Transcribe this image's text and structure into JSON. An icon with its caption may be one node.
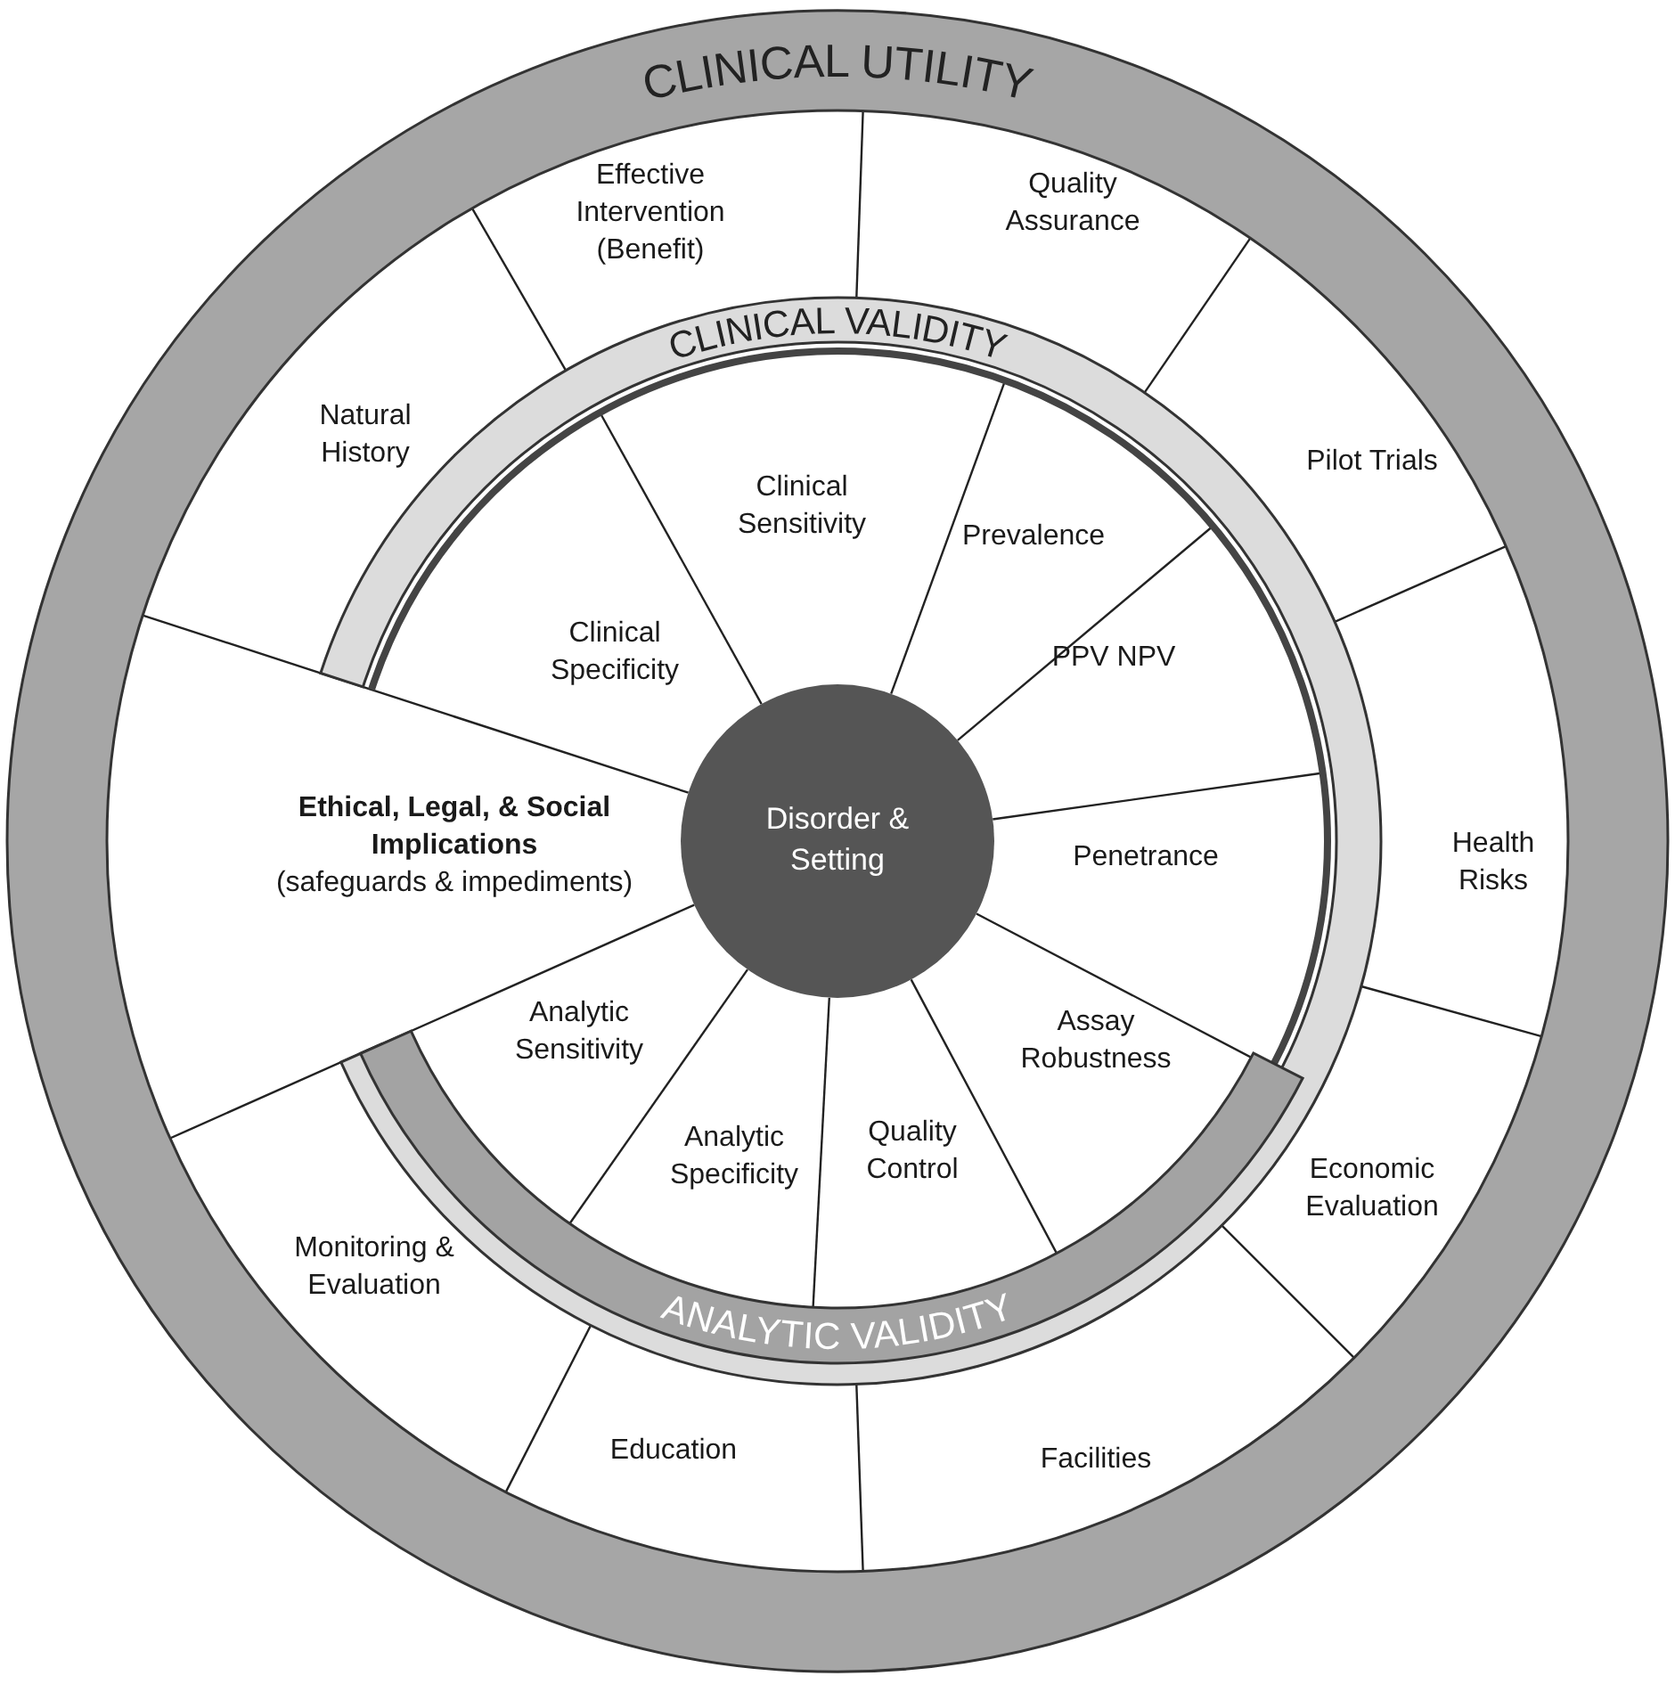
{
  "diagram": {
    "nodes": [
      {
        "text": [
          "CLINICAL UTILITY"
        ]
      },
      {
        "text": [
          "Effective Intervention (Benefit)"
        ],
        "in": 0
      },
      {
        "text": [
          "Quality Assurance"
        ],
        "in": 0
      },
      {
        "text": [
          "Pilot Trials"
        ],
        "in": 0
      },
      {
        "text": [
          "Health Risks"
        ],
        "in": 0
      },
      {
        "text": [
          "Economic Evaluation"
        ],
        "in": 0
      },
      {
        "text": [
          "Facilities"
        ],
        "in": 0
      },
      {
        "text": [
          "Education"
        ],
        "in": 0
      },
      {
        "text": [
          "Monitoring & Evaluation"
        ],
        "in": 0
      },
      {
        "text": [
          "Ethical, Legal, & Social Implications",
          "(safeguards & impediments)"
        ],
        "in": 0
      },
      {
        "text": [
          "Natural History"
        ],
        "in": 0
      },
      {
        "text": [
          "CLINICAL VALIDITY"
        ],
        "in": 0
      },
      {
        "text": [
          "Clinical Sensitivity"
        ],
        "in": 11
      },
      {
        "text": [
          "Prevalence"
        ],
        "in": 11
      },
      {
        "text": [
          "PPV NPV"
        ],
        "in": 11
      },
      {
        "text": [
          "Penetrance"
        ],
        "in": 11
      },
      {
        "text": [
          "Clinical Specificity"
        ],
        "in": 11
      },
      {
        "text": [
          "ANALYTIC VALIDITY"
        ],
        "in": 11
      },
      {
        "text": [
          "Assay Robustness"
        ],
        "in": 11
      },
      {
        "text": [
          "Quality Control"
        ],
        "in": 11
      },
      {
        "text": [
          "Analytic Specificity"
        ],
        "in": 11
      },
      {
        "text": [
          "Analytic Sensitivity"
        ],
        "in": 11
      },
      {
        "text": [
          "Disorder & Setting"
        ],
        "in": 11
      }
    ]
  }
}
